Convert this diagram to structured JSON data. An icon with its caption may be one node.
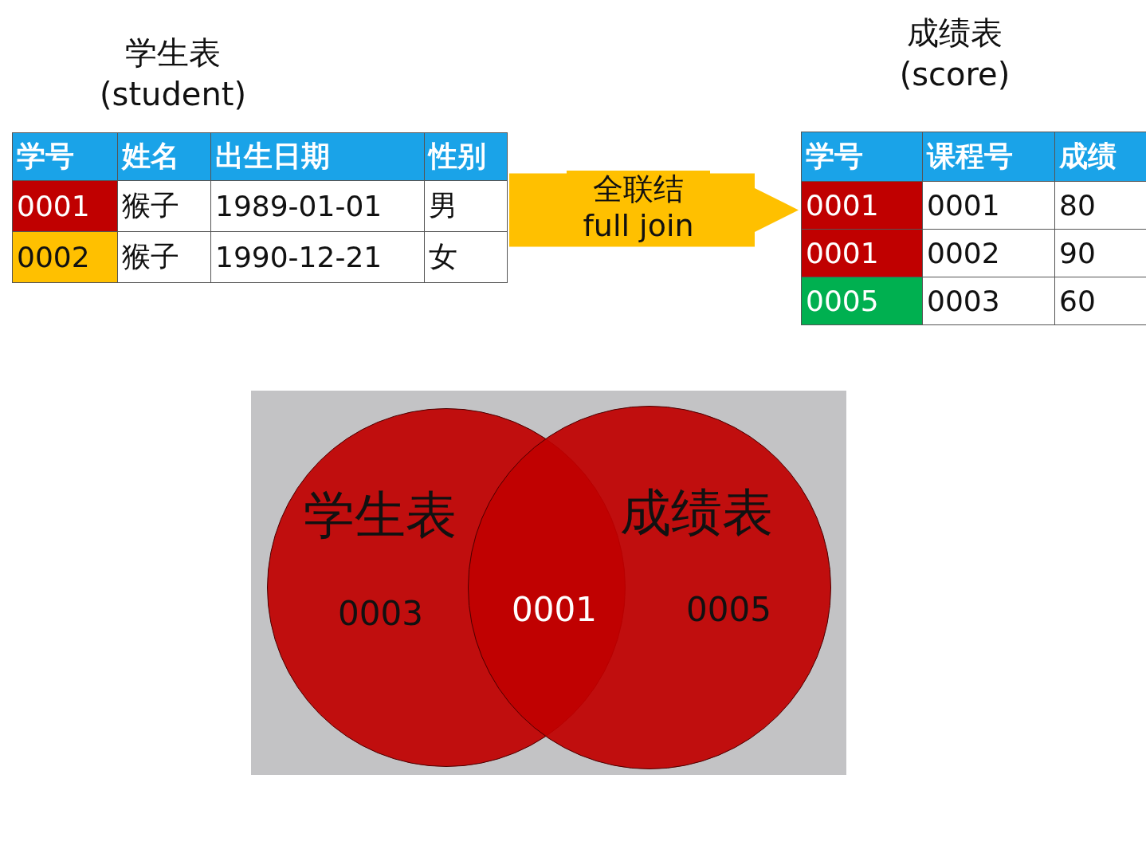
{
  "diagram": {
    "nodes": [
      {
        "text": [
          "学生表 (student)"
        ]
      },
      {
        "text": [
          "成绩表 (score)"
        ]
      },
      {
        "text": [
          "学生表",
          "0003"
        ]
      },
      {
        "text": [
          "成绩表",
          "0005"
        ]
      }
    ],
    "edges": [
      {
        "from": 0,
        "to": 1,
        "arrow": "to",
        "label": "全联结 full join"
      }
    ],
    "labels": [
      "学号",
      "姓名",
      "出生日期",
      "性别",
      "0001",
      "猴子",
      "1989-01-01",
      "男",
      "0002",
      "猴子",
      "1990-12-21",
      "女",
      "学号",
      "课程号",
      "成绩",
      "0001",
      "0001",
      "80",
      "0001",
      "0002",
      "90",
      "0005",
      "0003",
      "60",
      "0001"
    ]
  }
}
